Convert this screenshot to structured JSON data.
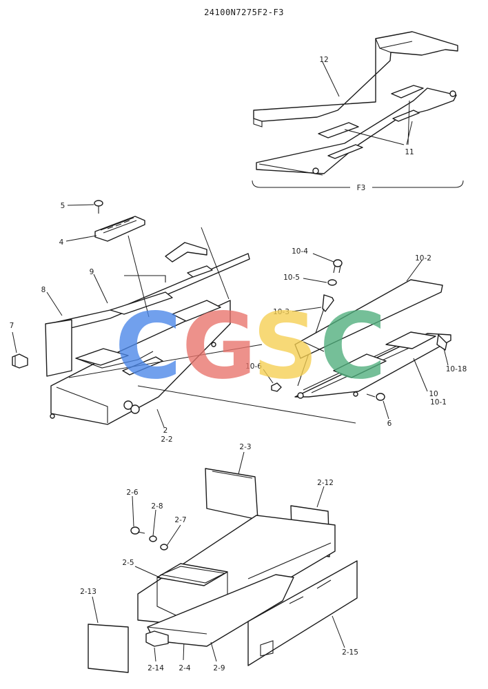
{
  "title": "24100N7275F2-F3",
  "watermark": {
    "letters": [
      "C",
      "G",
      "S",
      "C"
    ],
    "colors": [
      "#4a86e8",
      "#e8736b",
      "#f5cf52",
      "#4fae7c"
    ]
  },
  "groups": {
    "f3": "F3"
  },
  "labels": {
    "p12": "12",
    "p11": "11",
    "p5": "5",
    "p4": "4",
    "p9": "9",
    "p8": "8",
    "p7": "7",
    "p2": "2",
    "p2_2": "2-2",
    "p10_4": "10-4",
    "p10_5": "10-5",
    "p10_3": "10-3",
    "p10_6": "10-6",
    "p10_2": "10-2",
    "p10_18": "10-18",
    "p10": "10",
    "p10_1": "10-1",
    "p6": "6",
    "p2_3": "2-3",
    "p2_12": "2-12",
    "p2_6": "2-6",
    "p2_8": "2-8",
    "p2_7": "2-7",
    "p2_5": "2-5",
    "p2_13": "2-13",
    "p2_14": "2-14",
    "p2_4": "2-4",
    "p2_9": "2-9",
    "p2_15": "2-15"
  }
}
